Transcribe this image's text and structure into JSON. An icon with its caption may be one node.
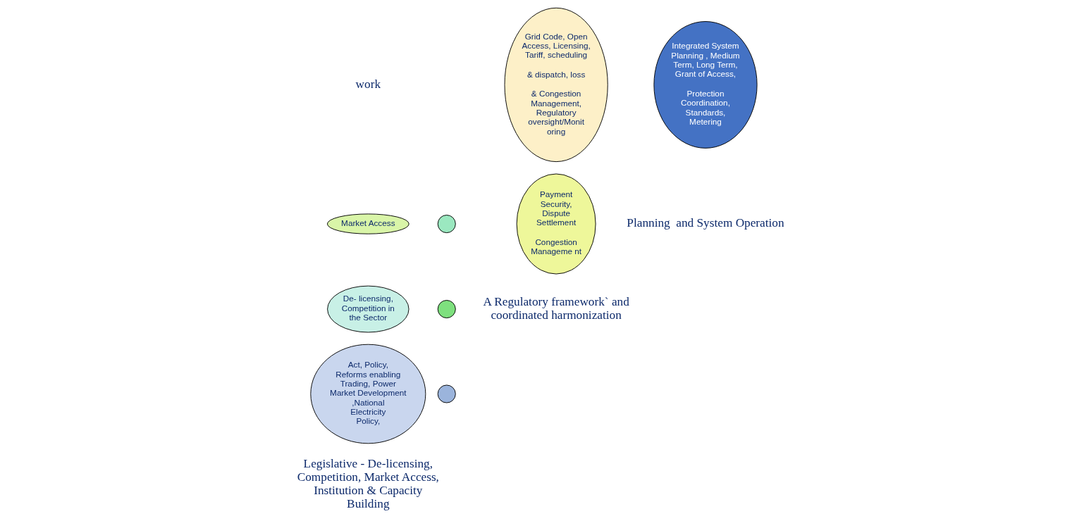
{
  "diagram": {
    "nodes": [
      {
        "text": [
          "Market Access"
        ]
      },
      {
        "text": [],
        "shape": "circle"
      },
      {
        "text": [
          "De- licensing, Competition in the Sector"
        ]
      },
      {
        "text": [],
        "shape": "circle"
      },
      {
        "text": [
          "Act, Policy, Reforms enabling Trading, Power Market Development ,National Electricity Policy,"
        ]
      },
      {
        "text": [],
        "shape": "circle"
      },
      {
        "text": [
          "Grid Code, Open Access, Licensing, Tariff, scheduling",
          "& dispatch, loss",
          "& Congestion Management, Regulatory oversight/Monit oring"
        ]
      },
      {
        "text": [
          "Payment Security, Dispute Settlement",
          "Congestion Manageme nt"
        ]
      },
      {
        "text": [
          "Integrated System Planning , Medium Term, Long Term, Grant of Access,",
          "Protection Coordination, Standards, Metering"
        ]
      }
    ],
    "labels": [
      "work",
      "Legislative - De-licensing, Competition, Market Access, Institution & Capacity Building",
      "A Regulatory framework` and coordinated harmonization",
      "Planning  and System Operation"
    ]
  }
}
